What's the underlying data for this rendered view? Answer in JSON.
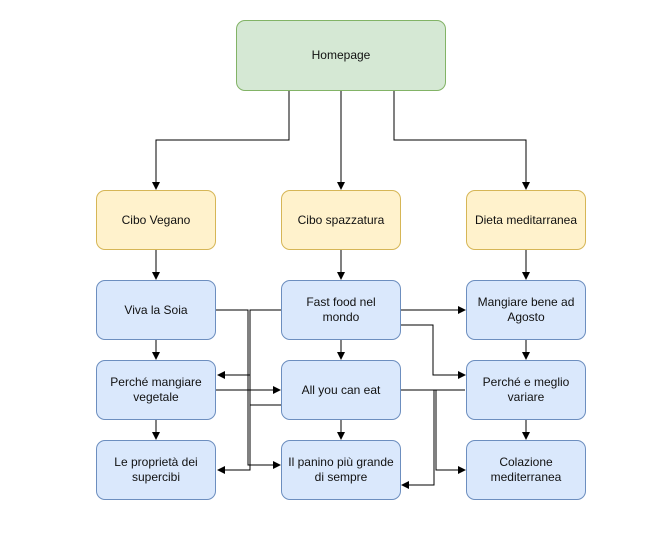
{
  "root": {
    "label": "Homepage"
  },
  "columns": [
    {
      "label": "Cibo Vegano",
      "items": [
        {
          "label": "Viva la Soia"
        },
        {
          "label": "Perché mangiare\nvegetale"
        },
        {
          "label": "Le proprietà dei\nsupercibi"
        }
      ]
    },
    {
      "label": "Cibo spazzatura",
      "items": [
        {
          "label": "Fast food nel mondo"
        },
        {
          "label": "All you can eat"
        },
        {
          "label": "Il panino più grande\ndi sempre"
        }
      ]
    },
    {
      "label": "Dieta meditarranea",
      "items": [
        {
          "label": "Mangiare bene ad\nAgosto"
        },
        {
          "label": "Perché e meglio\nvariare"
        },
        {
          "label": "Colazione\nmediterranea"
        }
      ]
    }
  ],
  "colors": {
    "root_fill": "#d5e8d4",
    "category_fill": "#fff2cc",
    "page_fill": "#dae8fc",
    "edge": "#000000"
  }
}
